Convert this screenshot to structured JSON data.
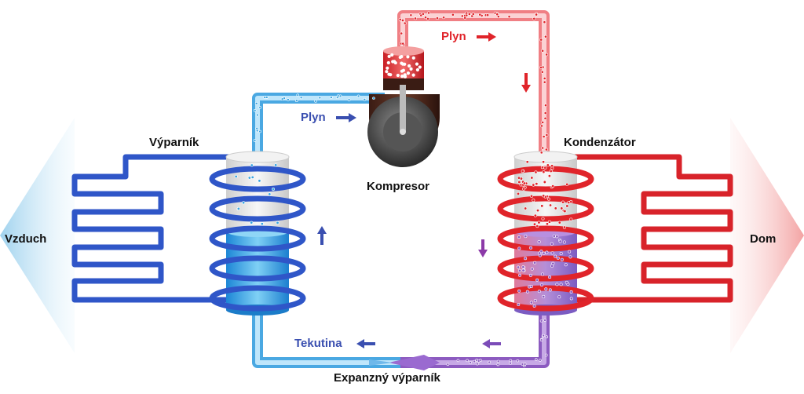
{
  "labels": {
    "vzduch": "Vzduch",
    "dom": "Dom",
    "vyparnik": "Výparník",
    "kondenzator": "Kondenzátor",
    "kompresor": "Kompresor",
    "expanzny": "Expanzný výparník",
    "plyn_left": "Plyn",
    "plyn_top": "Plyn",
    "tekutina": "Tekutina"
  },
  "colors": {
    "cold_coil": "#2f56c8",
    "hot_coil": "#e0242a",
    "cold_fluid": "#3aa4e0",
    "hot_gas": "#f28c8c",
    "mixed": "#8c5bc0",
    "label_blue": "#3a4fb0",
    "label_red": "#e0242a"
  },
  "icons": {
    "arrow_plyn_left": "arrow-right-icon",
    "arrow_plyn_top": "arrow-right-icon",
    "arrow_up_evaporator": "arrow-up-icon",
    "arrow_down_condenser": "arrow-down-icon",
    "arrow_down_pipe": "arrow-down-icon",
    "arrow_tekutina": "arrow-left-icon",
    "arrow_bottom_purple": "arrow-left-icon"
  }
}
